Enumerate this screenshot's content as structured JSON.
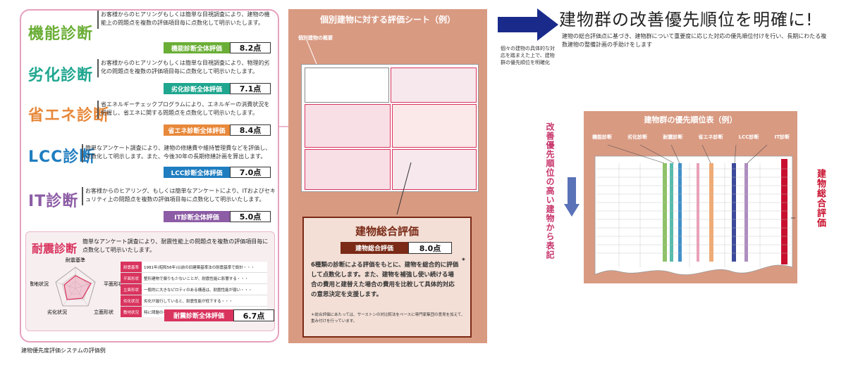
{
  "diagnoses": [
    {
      "title": "機能診断",
      "desc": "お客様からのヒアリングもしくは簡単な目視調査により、建物の機能上の問題点を複数の評価項目毎に点数化して明示いたします。",
      "score_label": "機能診断全体評価",
      "score": "8.2点",
      "color": "#6aae36"
    },
    {
      "title": "劣化診断",
      "desc": "お客様からのヒアリングもしくは簡単な目視調査により、物理的劣化の問題点を複数の評価項目毎に点数化して明示いたします。",
      "score_label": "劣化診断全体評価",
      "score": "7.1点",
      "color": "#1fa68f"
    },
    {
      "title": "省エネ診断",
      "desc": "省エネルギーチェックプログラムにより、エネルギーの消費状況を把握し、省エネに関する問題点を点数化して明示いたします。",
      "score_label": "省エネ診断全体評価",
      "score": "8.4点",
      "color": "#e8883a"
    },
    {
      "title": "LCC診断",
      "desc": "簡単なアンケート調査により、建物の修繕費や維持管理費などを評価し、点数化して明示します。また、今後30年の長期修繕計画を算出します。",
      "score_label": "LCC診断全体評価",
      "score": "7.0点",
      "color": "#1f7dc0"
    },
    {
      "title": "IT診断",
      "desc": "お客様からのヒアリング、もしくは簡単なアンケートにより、ITおよびセキュリティ上の問題点を複数の評価項目毎に点数化して明示いたします。",
      "score_label": "IT診断全体評価",
      "score": "5.0点",
      "color": "#8c5ca5"
    }
  ],
  "seismic": {
    "title": "耐震診断",
    "desc": "簡単なアンケート調査により、耐震性能上の問題点を複数の評価項目毎に点数化して明示いたします。",
    "radar_labels": [
      "耐震基準",
      "平面形状",
      "立面形状",
      "劣化状況",
      "敷地状況"
    ],
    "table": [
      {
        "k": "耐震基準",
        "v": "1981年(昭和56年)以前の旧建築基準法の耐震基準で設計・・・"
      },
      {
        "k": "平面形状",
        "v": "整形建物で偏りも少ないことが、耐震性能に影響する・・・"
      },
      {
        "k": "立面形状",
        "v": "一般的に大きなピロティのある構造は、耐震性能が弱い・・・"
      },
      {
        "k": "劣化状況",
        "v": "劣化が進行していると、耐震性能が低下する・・・"
      },
      {
        "k": "敷地状況",
        "v": "特に問題のない、比較的良好な敷地である・・・"
      }
    ],
    "score_label": "耐震診断全体評価",
    "score": "6.7点",
    "color": "#d9335e"
  },
  "sheet": {
    "title": "個別建物に対する評価シート（例）",
    "outline_label": "個別建物の概要",
    "overall_title": "建物総合評価",
    "overall_label": "建物総合評価",
    "overall_score": "8.0点",
    "overall_desc": "6種類の診断による評価をもとに、建物を総合的に評価して点数化します。また、建物を補強し使い続ける場合の費用と建替えた場合の費用を比較して具体的対応の意思決定を支援します。",
    "asterisk": "*",
    "note": "＊総合評価にあたっては、サーストンの対比較法をベースに専門家集団の意見を加えて、重み付けを行っています。"
  },
  "headline": {
    "title": "建物群の改善優先順位を明確に!",
    "sub": "建物の総合評価点に基づき、建物群について重要度に応じた対応の優先順位付けを行い、長期にわたる複数建物の整備計画の手助けをします"
  },
  "arrow_note": "個々の建物の具体的な対応を踏まえた上で、建物群の優先順位を明確化",
  "rank_table": {
    "title": "建物群の優先順位表（例）",
    "columns": [
      "機能診断",
      "劣化診断",
      "耐震診断",
      "省エネ診断",
      "LCC診断",
      "IT診断"
    ],
    "vertical_left": "改善優先順位の高い建物から表記",
    "vertical_right": "建物総合評価"
  },
  "caption": "建物優先度評価システムの評価例"
}
